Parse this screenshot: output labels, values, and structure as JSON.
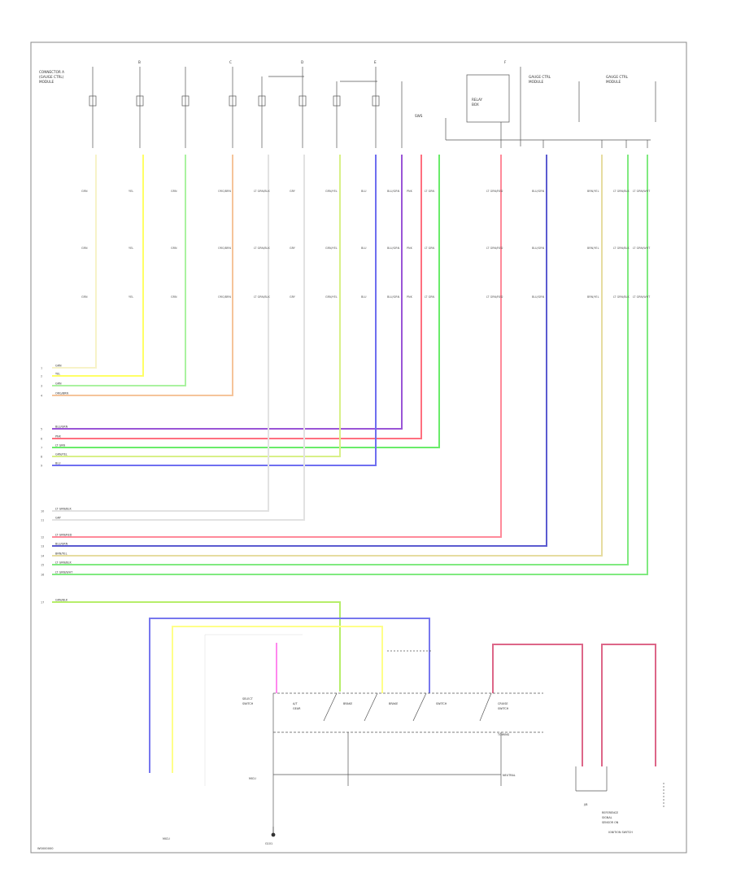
{
  "page": {
    "diagram_code": "W0000000"
  },
  "wires": [
    {
      "id": "1",
      "color": "#f7f3c8",
      "label": "GRN"
    },
    {
      "id": "2",
      "color": "#ffff66",
      "label": "YEL"
    },
    {
      "id": "3",
      "color": "#aaf2a0",
      "label": "GRN"
    },
    {
      "id": "4",
      "color": "#f5c49a",
      "label": "ORG/BRN"
    },
    {
      "id": "5",
      "color": "#9a55d6",
      "label": "BLU/GRN"
    },
    {
      "id": "6",
      "color": "#ff6f7f",
      "label": "PNK"
    },
    {
      "id": "7",
      "color": "#69ec69",
      "label": "LT GRN"
    },
    {
      "id": "8",
      "color": "#d8f088",
      "label": "GRN/YEL"
    },
    {
      "id": "9",
      "color": "#6e6ef0",
      "label": "BLU"
    },
    {
      "id": "10",
      "color": "#e2e2e2",
      "label": "LT GRN/BLK"
    },
    {
      "id": "11",
      "color": "#e2e2e2",
      "label": "GRY"
    },
    {
      "id": "12",
      "color": "#ff8a9a",
      "label": "LT GRN/RED"
    },
    {
      "id": "13",
      "color": "#5b5bd0",
      "label": "BLU/GRN"
    },
    {
      "id": "14",
      "color": "#e6dca0",
      "label": "BRN/YEL"
    },
    {
      "id": "15",
      "color": "#80ea80",
      "label": "LT GRN/BLK"
    },
    {
      "id": "16",
      "color": "#80ea80",
      "label": "LT GRN/WHT"
    },
    {
      "id": "17",
      "color": "#b6ee6a",
      "label": "GRN/BLK"
    }
  ],
  "bottom": {
    "ground_label": "G101",
    "left_connector_label": "MICU",
    "right_connector_label": "IGNITION SWITCH",
    "small_connector_label": "J/B"
  }
}
